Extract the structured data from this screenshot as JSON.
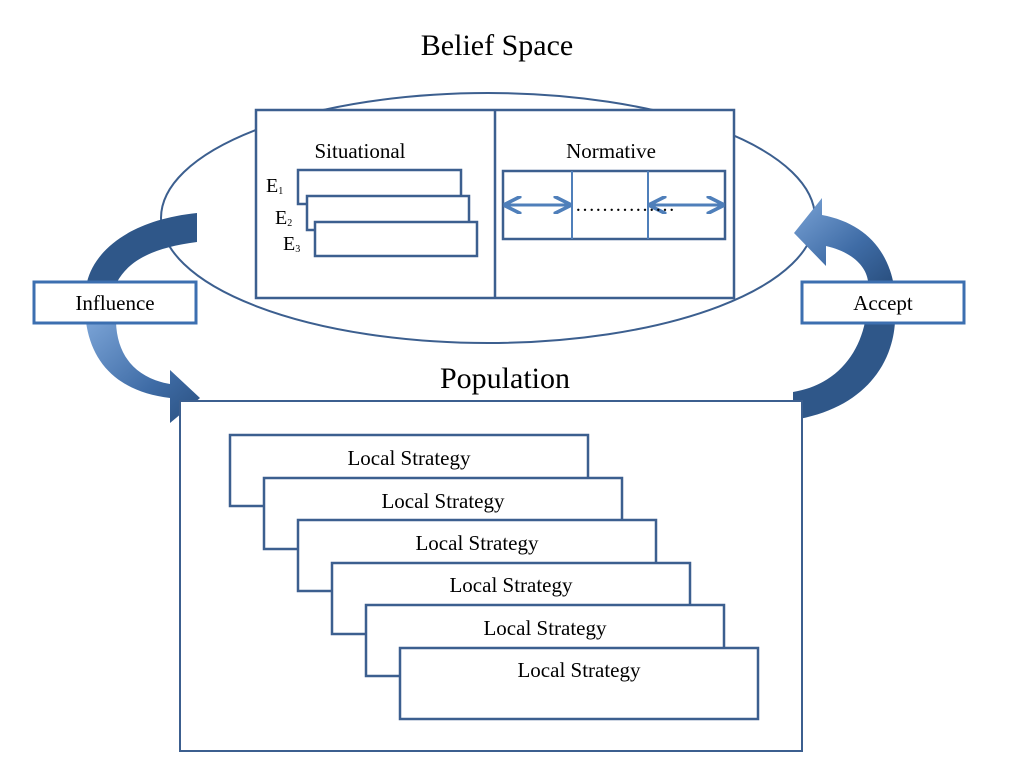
{
  "belief_space": {
    "title": "Belief Space",
    "situational": {
      "label": "Situational",
      "exemplars": [
        {
          "letter": "E",
          "sub": "1"
        },
        {
          "letter": "E",
          "sub": "2"
        },
        {
          "letter": "E",
          "sub": "3"
        }
      ]
    },
    "normative": {
      "label": "Normative",
      "dots": "……………"
    }
  },
  "influence": {
    "label": "Influence"
  },
  "accept": {
    "label": "Accept"
  },
  "population": {
    "title": "Population",
    "strategies": [
      "Local Strategy",
      "Local Strategy",
      "Local Strategy",
      "Local Strategy",
      "Local Strategy",
      "Local Strategy"
    ]
  },
  "colors": {
    "stroke": "#3c5f8f",
    "arrow_fill_dark": "#2f5789",
    "arrow_fill_light": "#6f9ad0",
    "normative_arrow": "#4f7fba"
  }
}
